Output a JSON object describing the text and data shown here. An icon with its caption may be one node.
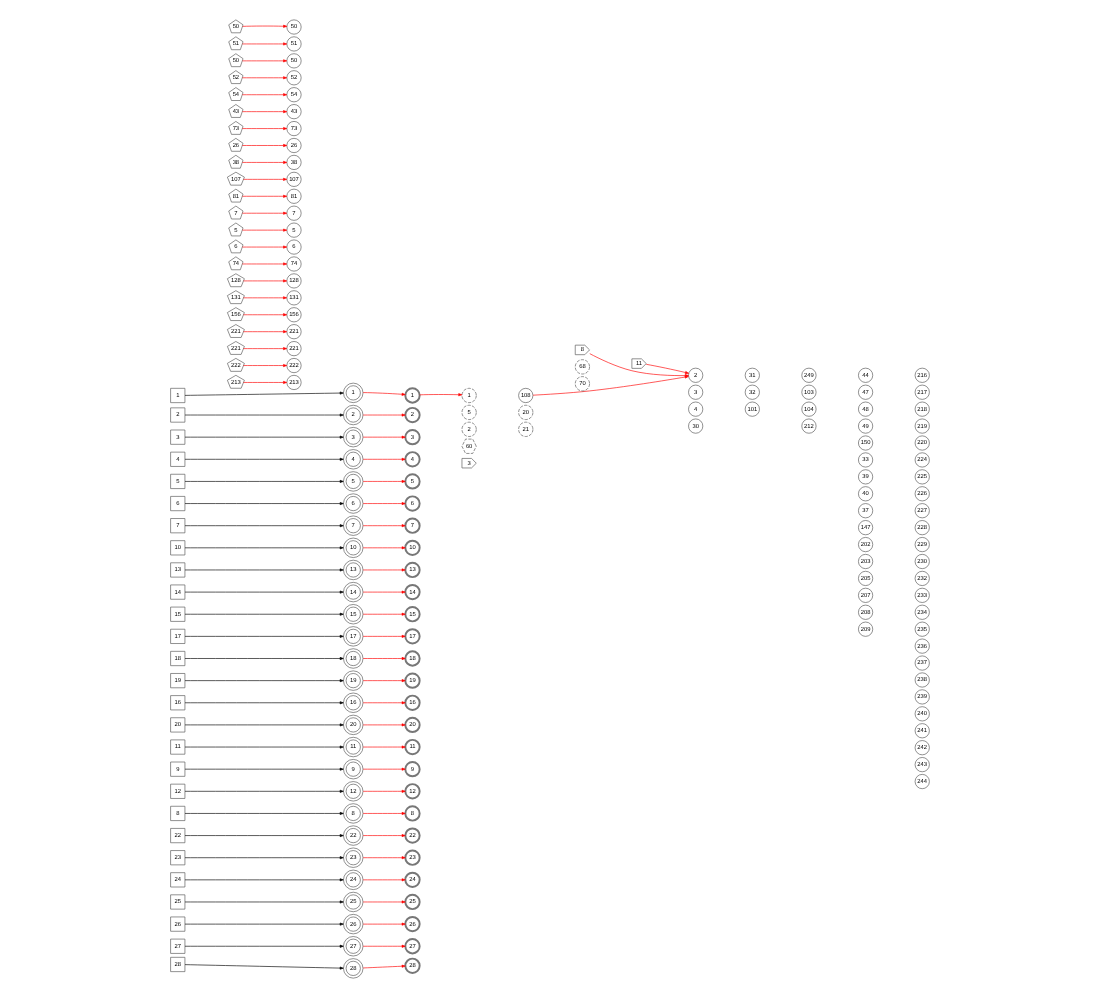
{
  "diagram": {
    "nodes": [
      {
        "text": [
          "1"
        ]
      },
      {
        "text": [
          "2"
        ]
      },
      {
        "text": [
          "3"
        ]
      },
      {
        "text": [
          "4"
        ]
      },
      {
        "text": [
          "5"
        ]
      },
      {
        "text": [
          "6"
        ]
      },
      {
        "text": [
          "7"
        ]
      },
      {
        "text": [
          "10"
        ]
      },
      {
        "text": [
          "13"
        ]
      },
      {
        "text": [
          "14"
        ]
      },
      {
        "text": [
          "15"
        ]
      },
      {
        "text": [
          "17"
        ]
      },
      {
        "text": [
          "18"
        ]
      },
      {
        "text": [
          "19"
        ]
      },
      {
        "text": [
          "16"
        ]
      },
      {
        "text": [
          "20"
        ]
      },
      {
        "text": [
          "11"
        ]
      },
      {
        "text": [
          "9"
        ]
      },
      {
        "text": [
          "12"
        ]
      },
      {
        "text": [
          "8"
        ]
      },
      {
        "text": [
          "22"
        ]
      },
      {
        "text": [
          "23"
        ]
      },
      {
        "text": [
          "24"
        ]
      },
      {
        "text": [
          "25"
        ]
      },
      {
        "text": [
          "26"
        ]
      },
      {
        "text": [
          "27"
        ]
      },
      {
        "text": [
          "28"
        ]
      },
      {
        "text": [
          "50"
        ]
      },
      {
        "text": [
          "51"
        ]
      },
      {
        "text": [
          "50"
        ]
      },
      {
        "text": [
          "52"
        ]
      },
      {
        "text": [
          "54"
        ]
      },
      {
        "text": [
          "43"
        ]
      },
      {
        "text": [
          "73"
        ]
      },
      {
        "text": [
          "26"
        ]
      },
      {
        "text": [
          "38"
        ]
      },
      {
        "text": [
          "107"
        ]
      },
      {
        "text": [
          "81"
        ]
      },
      {
        "text": [
          "7"
        ]
      },
      {
        "text": [
          "5"
        ]
      },
      {
        "text": [
          "6"
        ]
      },
      {
        "text": [
          "74"
        ]
      },
      {
        "text": [
          "128"
        ]
      },
      {
        "text": [
          "131"
        ]
      },
      {
        "text": [
          "156"
        ]
      },
      {
        "text": [
          "221"
        ]
      },
      {
        "text": [
          "221"
        ]
      },
      {
        "text": [
          "222"
        ]
      },
      {
        "text": [
          "213"
        ]
      },
      {
        "text": [
          "50"
        ]
      },
      {
        "text": [
          "51"
        ]
      },
      {
        "text": [
          "50"
        ]
      },
      {
        "text": [
          "52"
        ]
      },
      {
        "text": [
          "54"
        ]
      },
      {
        "text": [
          "43"
        ]
      },
      {
        "text": [
          "73"
        ]
      },
      {
        "text": [
          "26"
        ]
      },
      {
        "text": [
          "38"
        ]
      },
      {
        "text": [
          "107"
        ]
      },
      {
        "text": [
          "81"
        ]
      },
      {
        "text": [
          "7"
        ]
      },
      {
        "text": [
          "5"
        ]
      },
      {
        "text": [
          "6"
        ]
      },
      {
        "text": [
          "74"
        ]
      },
      {
        "text": [
          "128"
        ]
      },
      {
        "text": [
          "131"
        ]
      },
      {
        "text": [
          "156"
        ]
      },
      {
        "text": [
          "221"
        ]
      },
      {
        "text": [
          "221"
        ]
      },
      {
        "text": [
          "222"
        ]
      },
      {
        "text": [
          "213"
        ]
      },
      {
        "text": [
          "1"
        ]
      },
      {
        "text": [
          "2"
        ]
      },
      {
        "text": [
          "3"
        ]
      },
      {
        "text": [
          "4"
        ]
      },
      {
        "text": [
          "5"
        ]
      },
      {
        "text": [
          "6"
        ]
      },
      {
        "text": [
          "7"
        ]
      },
      {
        "text": [
          "10"
        ]
      },
      {
        "text": [
          "13"
        ]
      },
      {
        "text": [
          "14"
        ]
      },
      {
        "text": [
          "15"
        ]
      },
      {
        "text": [
          "17"
        ]
      },
      {
        "text": [
          "18"
        ]
      },
      {
        "text": [
          "19"
        ]
      },
      {
        "text": [
          "16"
        ]
      },
      {
        "text": [
          "20"
        ]
      },
      {
        "text": [
          "11"
        ]
      },
      {
        "text": [
          "9"
        ]
      },
      {
        "text": [
          "12"
        ]
      },
      {
        "text": [
          "8"
        ]
      },
      {
        "text": [
          "22"
        ]
      },
      {
        "text": [
          "23"
        ]
      },
      {
        "text": [
          "24"
        ]
      },
      {
        "text": [
          "25"
        ]
      },
      {
        "text": [
          "26"
        ]
      },
      {
        "text": [
          "27"
        ]
      },
      {
        "text": [
          "28"
        ]
      },
      {
        "text": [
          "1"
        ]
      },
      {
        "text": [
          "2"
        ]
      },
      {
        "text": [
          "3"
        ]
      },
      {
        "text": [
          "4"
        ]
      },
      {
        "text": [
          "5"
        ]
      },
      {
        "text": [
          "6"
        ]
      },
      {
        "text": [
          "7"
        ]
      },
      {
        "text": [
          "10"
        ]
      },
      {
        "text": [
          "13"
        ]
      },
      {
        "text": [
          "14"
        ]
      },
      {
        "text": [
          "15"
        ]
      },
      {
        "text": [
          "17"
        ]
      },
      {
        "text": [
          "18"
        ]
      },
      {
        "text": [
          "19"
        ]
      },
      {
        "text": [
          "16"
        ]
      },
      {
        "text": [
          "20"
        ]
      },
      {
        "text": [
          "11"
        ]
      },
      {
        "text": [
          "9"
        ]
      },
      {
        "text": [
          "12"
        ]
      },
      {
        "text": [
          "8"
        ]
      },
      {
        "text": [
          "22"
        ]
      },
      {
        "text": [
          "23"
        ]
      },
      {
        "text": [
          "24"
        ]
      },
      {
        "text": [
          "25"
        ]
      },
      {
        "text": [
          "26"
        ]
      },
      {
        "text": [
          "27"
        ]
      },
      {
        "text": [
          "28"
        ]
      },
      {
        "text": [
          "1"
        ]
      },
      {
        "text": [
          "5"
        ]
      },
      {
        "text": [
          "2"
        ]
      },
      {
        "text": [
          "60"
        ]
      },
      {
        "text": [
          "3"
        ]
      },
      {
        "text": [
          "108"
        ]
      },
      {
        "text": [
          "20"
        ]
      },
      {
        "text": [
          "21"
        ]
      },
      {
        "text": [
          "8"
        ]
      },
      {
        "text": [
          "68"
        ]
      },
      {
        "text": [
          "70"
        ]
      },
      {
        "text": [
          "11"
        ]
      },
      {
        "text": [
          "2"
        ]
      },
      {
        "text": [
          "3"
        ]
      },
      {
        "text": [
          "4"
        ]
      },
      {
        "text": [
          "30"
        ]
      },
      {
        "text": [
          "31"
        ]
      },
      {
        "text": [
          "32"
        ]
      },
      {
        "text": [
          "101"
        ]
      },
      {
        "text": [
          "249"
        ]
      },
      {
        "text": [
          "103"
        ]
      },
      {
        "text": [
          "104"
        ]
      },
      {
        "text": [
          "212"
        ]
      },
      {
        "text": [
          "44"
        ]
      },
      {
        "text": [
          "47"
        ]
      },
      {
        "text": [
          "48"
        ]
      },
      {
        "text": [
          "49"
        ]
      },
      {
        "text": [
          "150"
        ]
      },
      {
        "text": [
          "33"
        ]
      },
      {
        "text": [
          "39"
        ]
      },
      {
        "text": [
          "40"
        ]
      },
      {
        "text": [
          "37"
        ]
      },
      {
        "text": [
          "147"
        ]
      },
      {
        "text": [
          "202"
        ]
      },
      {
        "text": [
          "203"
        ]
      },
      {
        "text": [
          "205"
        ]
      },
      {
        "text": [
          "207"
        ]
      },
      {
        "text": [
          "208"
        ]
      },
      {
        "text": [
          "209"
        ]
      },
      {
        "text": [
          "216"
        ]
      },
      {
        "text": [
          "217"
        ]
      },
      {
        "text": [
          "218"
        ]
      },
      {
        "text": [
          "219"
        ]
      },
      {
        "text": [
          "220"
        ]
      },
      {
        "text": [
          "224"
        ]
      },
      {
        "text": [
          "225"
        ]
      },
      {
        "text": [
          "226"
        ]
      },
      {
        "text": [
          "227"
        ]
      },
      {
        "text": [
          "228"
        ]
      },
      {
        "text": [
          "229"
        ]
      },
      {
        "text": [
          "230"
        ]
      },
      {
        "text": [
          "232"
        ]
      },
      {
        "text": [
          "233"
        ]
      },
      {
        "text": [
          "234"
        ]
      },
      {
        "text": [
          "235"
        ]
      },
      {
        "text": [
          "236"
        ]
      },
      {
        "text": [
          "237"
        ]
      },
      {
        "text": [
          "238"
        ]
      },
      {
        "text": [
          "239"
        ]
      },
      {
        "text": [
          "240"
        ]
      },
      {
        "text": [
          "241"
        ]
      },
      {
        "text": [
          "242"
        ]
      },
      {
        "text": [
          "243"
        ]
      },
      {
        "text": [
          "244"
        ]
      }
    ],
    "edges": [
      {
        "from": 0,
        "to": 71,
        "arrow": "to",
        "color": "#000000"
      },
      {
        "from": 1,
        "to": 72,
        "arrow": "to",
        "color": "#000000"
      },
      {
        "from": 2,
        "to": 73,
        "arrow": "to",
        "color": "#000000"
      },
      {
        "from": 3,
        "to": 74,
        "arrow": "to",
        "color": "#000000"
      },
      {
        "from": 4,
        "to": 75,
        "arrow": "to",
        "color": "#000000"
      },
      {
        "from": 5,
        "to": 76,
        "arrow": "to",
        "color": "#000000"
      },
      {
        "from": 6,
        "to": 77,
        "arrow": "to",
        "color": "#000000"
      },
      {
        "from": 7,
        "to": 78,
        "arrow": "to",
        "color": "#000000"
      },
      {
        "from": 8,
        "to": 79,
        "arrow": "to",
        "color": "#000000"
      },
      {
        "from": 9,
        "to": 80,
        "arrow": "to",
        "color": "#000000"
      },
      {
        "from": 10,
        "to": 81,
        "arrow": "to",
        "color": "#000000"
      },
      {
        "from": 11,
        "to": 82,
        "arrow": "to",
        "color": "#000000"
      },
      {
        "from": 12,
        "to": 83,
        "arrow": "to",
        "color": "#000000"
      },
      {
        "from": 13,
        "to": 84,
        "arrow": "to",
        "color": "#000000"
      },
      {
        "from": 14,
        "to": 85,
        "arrow": "to",
        "color": "#000000"
      },
      {
        "from": 15,
        "to": 86,
        "arrow": "to",
        "color": "#000000"
      },
      {
        "from": 16,
        "to": 87,
        "arrow": "to",
        "color": "#000000"
      },
      {
        "from": 17,
        "to": 88,
        "arrow": "to",
        "color": "#000000"
      },
      {
        "from": 18,
        "to": 89,
        "arrow": "to",
        "color": "#000000"
      },
      {
        "from": 19,
        "to": 90,
        "arrow": "to",
        "color": "#000000"
      },
      {
        "from": 20,
        "to": 91,
        "arrow": "to",
        "color": "#000000"
      },
      {
        "from": 21,
        "to": 92,
        "arrow": "to",
        "color": "#000000"
      },
      {
        "from": 22,
        "to": 93,
        "arrow": "to",
        "color": "#000000"
      },
      {
        "from": 23,
        "to": 94,
        "arrow": "to",
        "color": "#000000"
      },
      {
        "from": 24,
        "to": 95,
        "arrow": "to",
        "color": "#000000"
      },
      {
        "from": 25,
        "to": 96,
        "arrow": "to",
        "color": "#000000"
      },
      {
        "from": 26,
        "to": 97,
        "arrow": "to",
        "color": "#000000"
      },
      {
        "from": 27,
        "to": 49,
        "arrow": "to"
      },
      {
        "from": 28,
        "to": 50,
        "arrow": "to"
      },
      {
        "from": 29,
        "to": 51,
        "arrow": "to"
      },
      {
        "from": 30,
        "to": 52,
        "arrow": "to"
      },
      {
        "from": 31,
        "to": 53,
        "arrow": "to"
      },
      {
        "from": 32,
        "to": 54,
        "arrow": "to"
      },
      {
        "from": 33,
        "to": 55,
        "arrow": "to"
      },
      {
        "from": 34,
        "to": 56,
        "arrow": "to"
      },
      {
        "from": 35,
        "to": 57,
        "arrow": "to"
      },
      {
        "from": 36,
        "to": 58,
        "arrow": "to"
      },
      {
        "from": 37,
        "to": 59,
        "arrow": "to"
      },
      {
        "from": 38,
        "to": 60,
        "arrow": "to"
      },
      {
        "from": 39,
        "to": 61,
        "arrow": "to"
      },
      {
        "from": 40,
        "to": 62,
        "arrow": "to"
      },
      {
        "from": 41,
        "to": 63,
        "arrow": "to"
      },
      {
        "from": 42,
        "to": 64,
        "arrow": "to"
      },
      {
        "from": 43,
        "to": 65,
        "arrow": "to"
      },
      {
        "from": 44,
        "to": 66,
        "arrow": "to"
      },
      {
        "from": 45,
        "to": 67,
        "arrow": "to"
      },
      {
        "from": 46,
        "to": 68,
        "arrow": "to"
      },
      {
        "from": 47,
        "to": 69,
        "arrow": "to"
      },
      {
        "from": 48,
        "to": 70,
        "arrow": "to"
      },
      {
        "from": 71,
        "to": 98,
        "arrow": "to"
      },
      {
        "from": 72,
        "to": 99,
        "arrow": "to"
      },
      {
        "from": 73,
        "to": 100,
        "arrow": "to"
      },
      {
        "from": 74,
        "to": 101,
        "arrow": "to"
      },
      {
        "from": 75,
        "to": 102,
        "arrow": "to"
      },
      {
        "from": 76,
        "to": 103,
        "arrow": "to"
      },
      {
        "from": 77,
        "to": 104,
        "arrow": "to"
      },
      {
        "from": 78,
        "to": 105,
        "arrow": "to"
      },
      {
        "from": 79,
        "to": 106,
        "arrow": "to"
      },
      {
        "from": 80,
        "to": 107,
        "arrow": "to"
      },
      {
        "from": 81,
        "to": 108,
        "arrow": "to"
      },
      {
        "from": 82,
        "to": 109,
        "arrow": "to"
      },
      {
        "from": 83,
        "to": 110,
        "arrow": "to"
      },
      {
        "from": 84,
        "to": 111,
        "arrow": "to"
      },
      {
        "from": 85,
        "to": 112,
        "arrow": "to"
      },
      {
        "from": 86,
        "to": 113,
        "arrow": "to"
      },
      {
        "from": 87,
        "to": 114,
        "arrow": "to"
      },
      {
        "from": 88,
        "to": 115,
        "arrow": "to"
      },
      {
        "from": 89,
        "to": 116,
        "arrow": "to"
      },
      {
        "from": 90,
        "to": 117,
        "arrow": "to"
      },
      {
        "from": 91,
        "to": 118,
        "arrow": "to"
      },
      {
        "from": 92,
        "to": 119,
        "arrow": "to"
      },
      {
        "from": 93,
        "to": 120,
        "arrow": "to"
      },
      {
        "from": 94,
        "to": 121,
        "arrow": "to"
      },
      {
        "from": 95,
        "to": 122,
        "arrow": "to"
      },
      {
        "from": 96,
        "to": 123,
        "arrow": "to"
      },
      {
        "from": 97,
        "to": 124,
        "arrow": "to"
      },
      {
        "from": 98,
        "to": 125,
        "arrow": "to"
      },
      {
        "from": 130,
        "to": 137,
        "arrow": "to"
      },
      {
        "from": 133,
        "to": 137,
        "arrow": "to"
      },
      {
        "from": 136,
        "to": 137,
        "arrow": "to"
      }
    ]
  }
}
